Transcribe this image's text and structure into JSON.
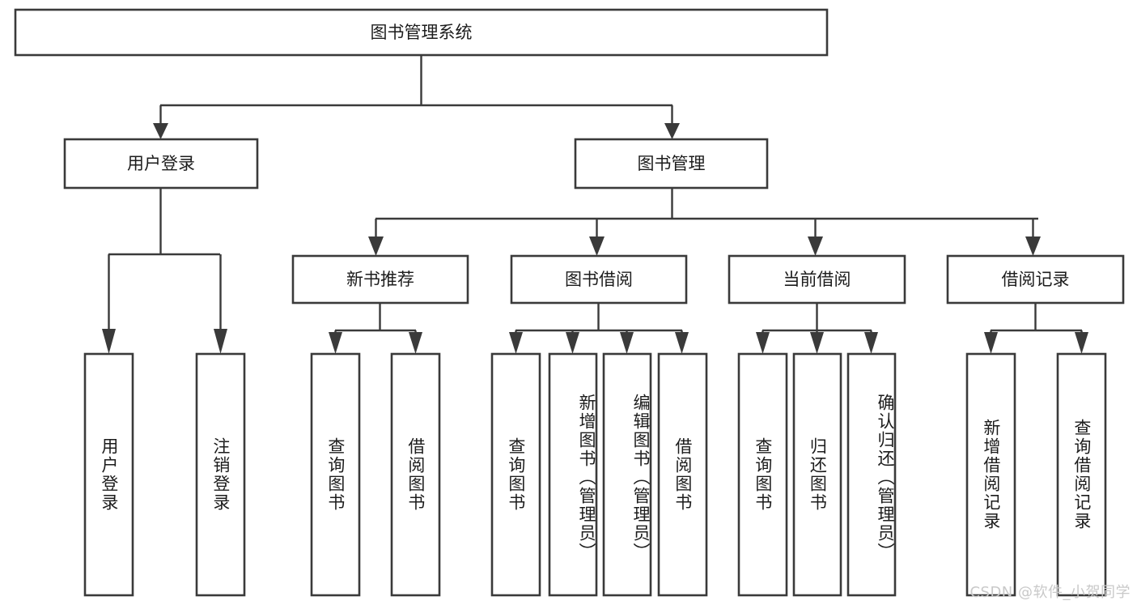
{
  "diagram": {
    "title": "图书管理系统",
    "type": "hierarchy-tree",
    "root": {
      "id": "root",
      "label": "图书管理系统",
      "level": 1
    },
    "level2": [
      {
        "id": "user-login",
        "label": "用户登录"
      },
      {
        "id": "book-management",
        "label": "图书管理"
      }
    ],
    "level3": [
      {
        "id": "new-book-recommend",
        "label": "新书推荐",
        "parent": "book-management"
      },
      {
        "id": "book-borrow",
        "label": "图书借阅",
        "parent": "book-management"
      },
      {
        "id": "current-borrow",
        "label": "当前借阅",
        "parent": "book-management"
      },
      {
        "id": "borrow-record",
        "label": "借阅记录",
        "parent": "book-management"
      }
    ],
    "leaves": {
      "user-login": [
        {
          "id": "leaf-user-login",
          "label": "用户登录"
        },
        {
          "id": "leaf-user-logout",
          "label": "注销登录"
        }
      ],
      "new-book-recommend": [
        {
          "id": "leaf-query-book-1",
          "label": "查询图书"
        },
        {
          "id": "leaf-borrow-book-1",
          "label": "借阅图书"
        }
      ],
      "book-borrow": [
        {
          "id": "leaf-query-book-2",
          "label": "查询图书"
        },
        {
          "id": "leaf-add-book",
          "label": "新增图书（管理员）"
        },
        {
          "id": "leaf-edit-book",
          "label": "编辑图书（管理员）"
        },
        {
          "id": "leaf-borrow-book-2",
          "label": "借阅图书"
        }
      ],
      "current-borrow": [
        {
          "id": "leaf-query-book-3",
          "label": "查询图书"
        },
        {
          "id": "leaf-return-book",
          "label": "归还图书"
        },
        {
          "id": "leaf-confirm-return",
          "label": "确认归还（管理员）"
        }
      ],
      "borrow-record": [
        {
          "id": "leaf-add-record",
          "label": "新增借阅记录"
        },
        {
          "id": "leaf-query-record",
          "label": "查询借阅记录"
        }
      ]
    },
    "colors": {
      "stroke": "#3a3a3a",
      "fill": "#ffffff",
      "text": "#1c1c1c",
      "watermark": "#c9c9c9"
    }
  },
  "watermark": {
    "text": "CSDN @软件_小贺同学"
  }
}
